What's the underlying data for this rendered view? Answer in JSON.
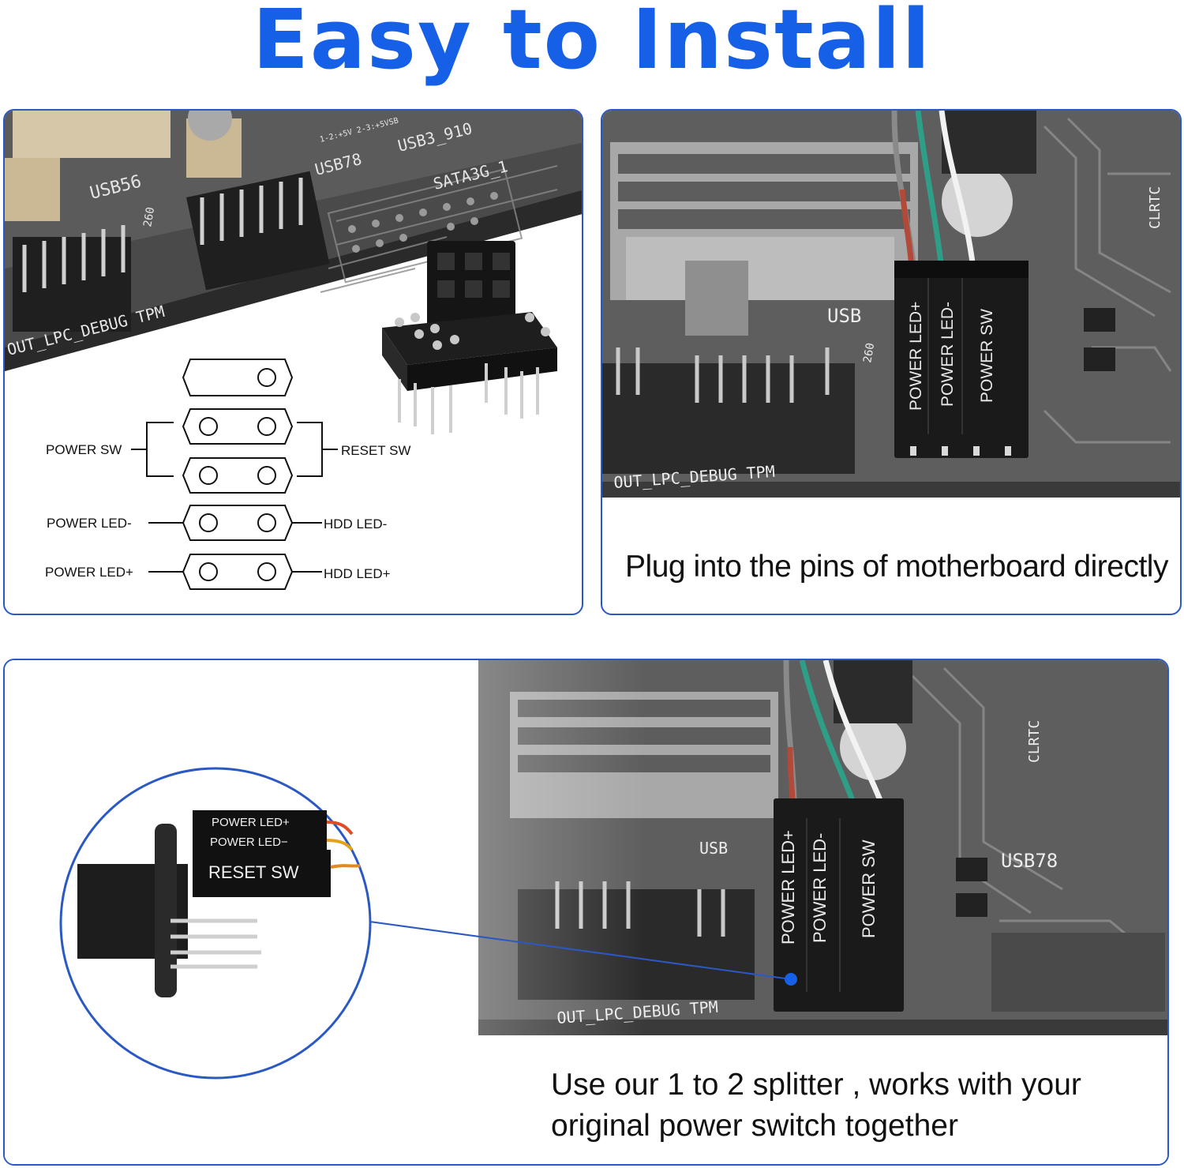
{
  "title": "Easy to Install",
  "colors": {
    "accent": "#1560e6",
    "frame": "#2b59c3",
    "board": "#5c5c5c",
    "header": "#1b1b1b"
  },
  "pinout": {
    "power_sw": "POWER SW",
    "reset_sw": "RESET SW",
    "power_led_minus": "POWER LED-",
    "hdd_led_minus": "HDD LED-",
    "power_led_plus": "POWER LED+",
    "hdd_led_plus": "HDD LED+"
  },
  "board_labels": {
    "usb56": "USB56",
    "usb78": "USB78",
    "usb3_910": "USB3_910",
    "sata": "SATA3G_1",
    "debug": "OUT_LPC_DEBUG TPM",
    "usb": "USB",
    "chip": "260",
    "clrtc": "CLRTC",
    "jumper_note": "1-2:+5V 2-3:+5VSB"
  },
  "connector_labels": {
    "power_led_plus": "POWER LED+",
    "power_led_minus": "POWER LED-",
    "power_sw": "POWER SW"
  },
  "zoom_labels": {
    "power_led_plus": "POWER LED+",
    "power_led_minus": "POWER LED−",
    "reset_sw": "RESET SW"
  },
  "captions": {
    "top_right": "Plug into the pins of motherboard directly",
    "bottom": "Use our 1 to 2 splitter , works with your original power switch together"
  }
}
